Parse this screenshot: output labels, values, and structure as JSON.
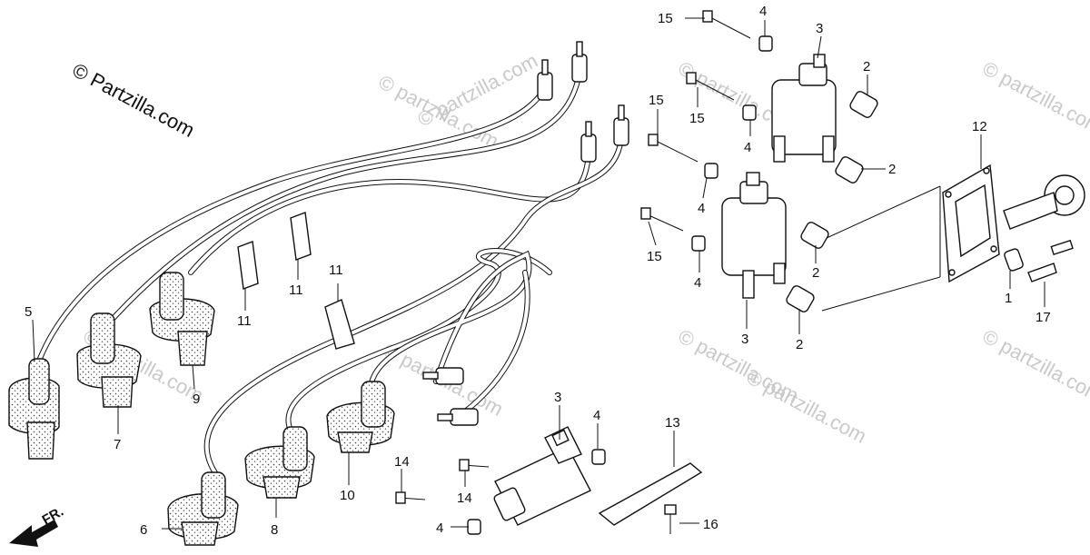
{
  "brand": {
    "copyright": "© Partzilla.com"
  },
  "watermark": {
    "text": "© partzilla.com"
  },
  "direction": {
    "label": "FR."
  },
  "callouts": [
    {
      "id": "c15a",
      "text": "15"
    },
    {
      "id": "c4a",
      "text": "4"
    },
    {
      "id": "c3a",
      "text": "3"
    },
    {
      "id": "c2a",
      "text": "2"
    },
    {
      "id": "c15b",
      "text": "15"
    },
    {
      "id": "c15c",
      "text": "15"
    },
    {
      "id": "c4b",
      "text": "4"
    },
    {
      "id": "c2b",
      "text": "2"
    },
    {
      "id": "c12",
      "text": "12"
    },
    {
      "id": "c4c",
      "text": "4"
    },
    {
      "id": "c15d",
      "text": "15"
    },
    {
      "id": "c4d",
      "text": "4"
    },
    {
      "id": "c2c",
      "text": "2"
    },
    {
      "id": "c1",
      "text": "1"
    },
    {
      "id": "c17",
      "text": "17"
    },
    {
      "id": "c3b",
      "text": "3"
    },
    {
      "id": "c2d",
      "text": "2"
    },
    {
      "id": "c5",
      "text": "5"
    },
    {
      "id": "c11a",
      "text": "11"
    },
    {
      "id": "c11b",
      "text": "11"
    },
    {
      "id": "c11c",
      "text": "11"
    },
    {
      "id": "c7",
      "text": "7"
    },
    {
      "id": "c9",
      "text": "9"
    },
    {
      "id": "c3c",
      "text": "3"
    },
    {
      "id": "c4e",
      "text": "4"
    },
    {
      "id": "c13",
      "text": "13"
    },
    {
      "id": "c14a",
      "text": "14"
    },
    {
      "id": "c14b",
      "text": "14"
    },
    {
      "id": "c10",
      "text": "10"
    },
    {
      "id": "c6",
      "text": "6"
    },
    {
      "id": "c8",
      "text": "8"
    },
    {
      "id": "c4f",
      "text": "4"
    },
    {
      "id": "c16",
      "text": "16"
    }
  ]
}
